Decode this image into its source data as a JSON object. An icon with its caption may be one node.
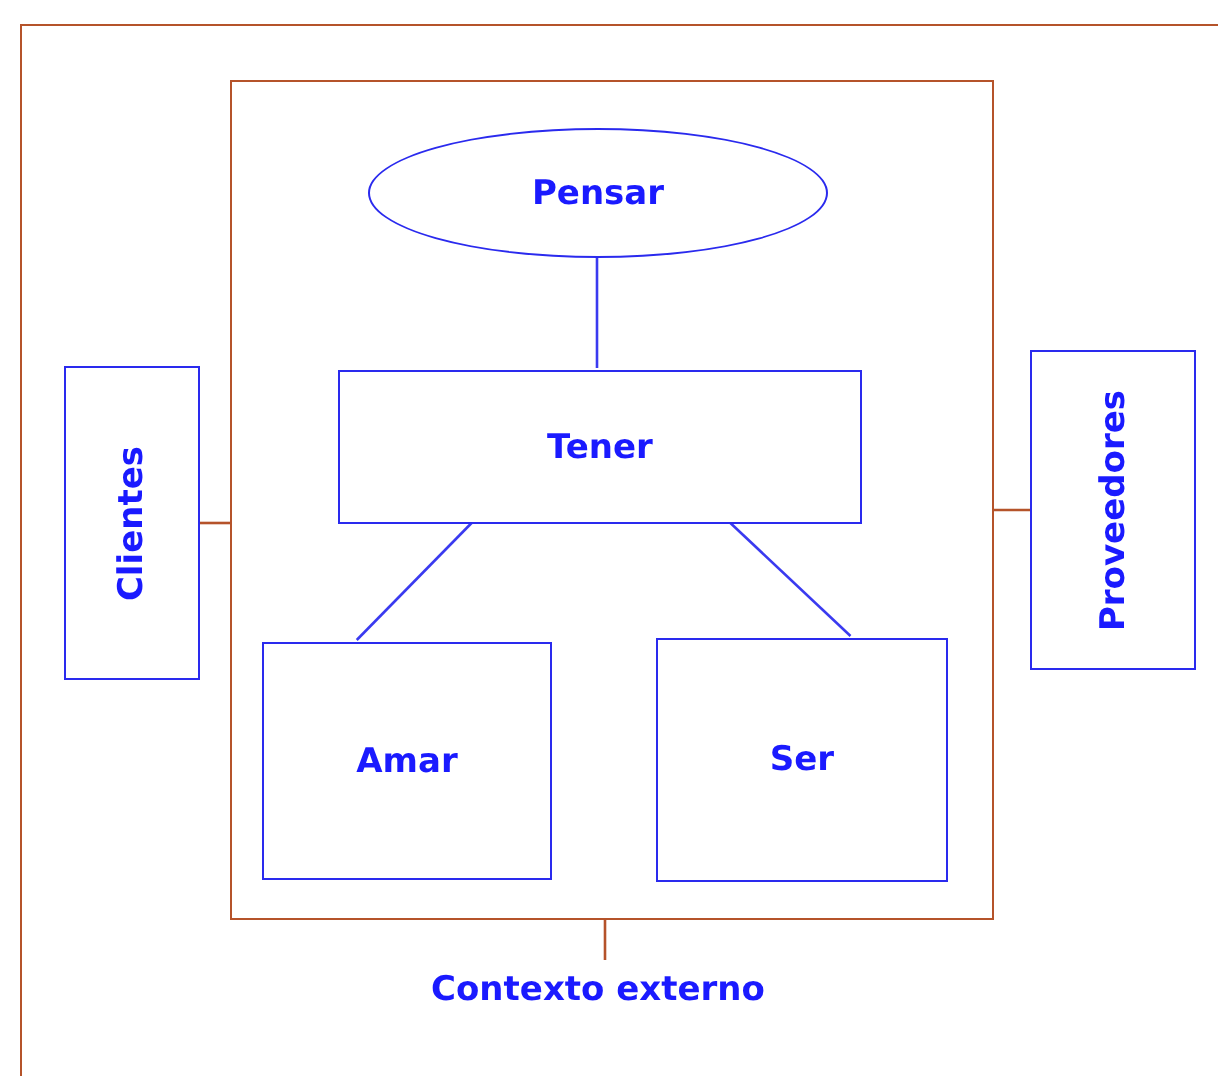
{
  "diagram": {
    "nodes": [
      {
        "text": [],
        "shape": "box"
      },
      {
        "text": [
          "Pensar"
        ],
        "in": 0
      },
      {
        "text": [
          "Tener"
        ],
        "in": 0
      },
      {
        "text": [
          "Amar"
        ],
        "in": 0
      },
      {
        "text": [
          "Ser"
        ],
        "in": 0
      },
      {
        "text": [
          "Clientes"
        ]
      },
      {
        "text": [
          "Proveedores"
        ]
      },
      {
        "text": [
          "Contexto externo"
        ]
      }
    ],
    "edges": [
      {
        "from": 1,
        "to": 2,
        "arrow": "none"
      },
      {
        "from": 2,
        "to": 3,
        "arrow": "none"
      },
      {
        "from": 2,
        "to": 4,
        "arrow": "none"
      },
      {
        "from": 5,
        "to": 0,
        "arrow": "none",
        "color": "#b5532a"
      },
      {
        "from": 0,
        "to": 6,
        "arrow": "none",
        "color": "#b5532a"
      },
      {
        "from": 0,
        "to": 7,
        "arrow": "none",
        "color": "#b5532a"
      }
    ]
  }
}
